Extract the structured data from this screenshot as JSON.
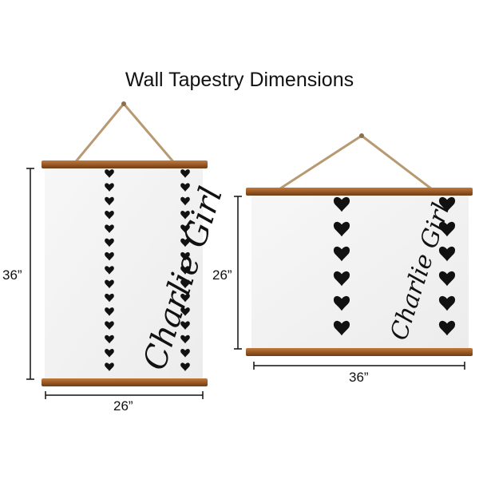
{
  "title": "Wall Tapestry Dimensions",
  "products": [
    {
      "orientation": "portrait",
      "height_label": "36”",
      "width_label": "26”",
      "text": "Charlie Girl"
    },
    {
      "orientation": "landscape",
      "height_label": "26”",
      "width_label": "36”",
      "text": "Charlie Girl"
    }
  ],
  "colors": {
    "wood": "#a0622d",
    "wood_dark": "#7a4519",
    "canvas": "#f4f4f4",
    "heart": "#111111",
    "rope": "#b89a72"
  }
}
